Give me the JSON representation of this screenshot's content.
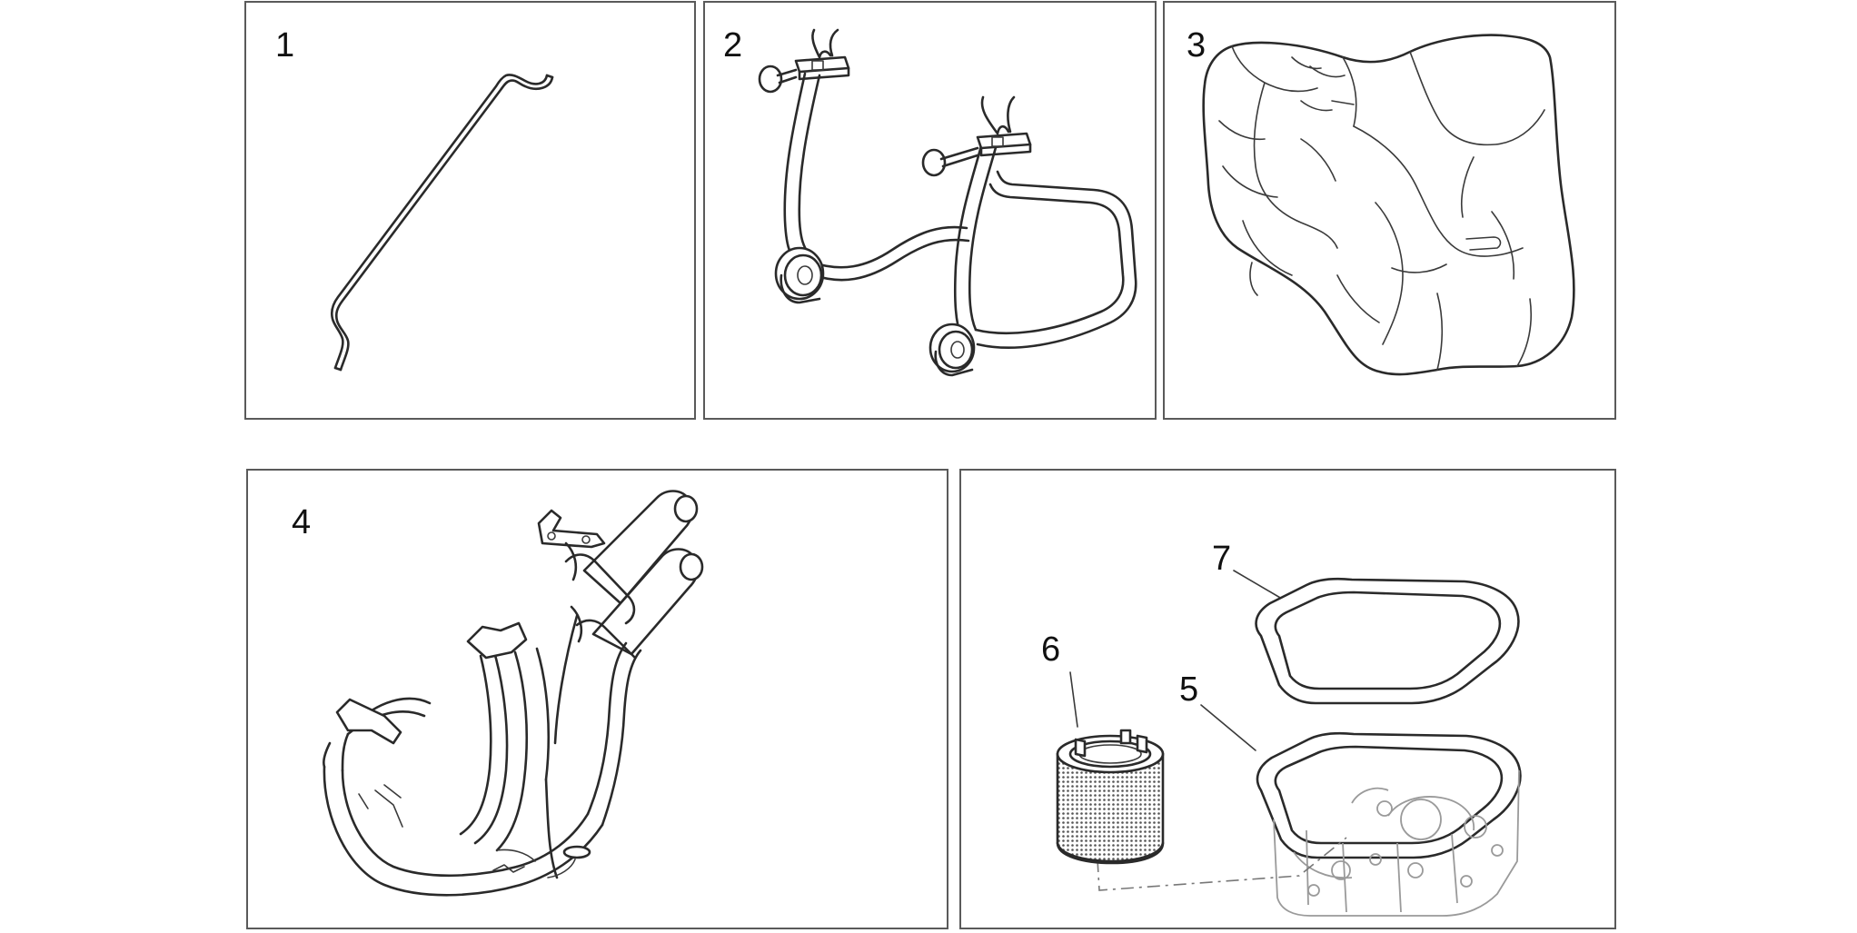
{
  "panels": [
    {
      "id": "p1",
      "callouts": [
        "1"
      ]
    },
    {
      "id": "p2",
      "callouts": [
        "2"
      ]
    },
    {
      "id": "p3",
      "callouts": [
        "3"
      ]
    },
    {
      "id": "p4",
      "callouts": [
        "4"
      ]
    },
    {
      "id": "p5",
      "callouts": [
        "7",
        "6",
        "5"
      ]
    }
  ],
  "colors": {
    "line": "#2a2a2a",
    "frame": "#5a5a5a",
    "background": "#ffffff"
  }
}
